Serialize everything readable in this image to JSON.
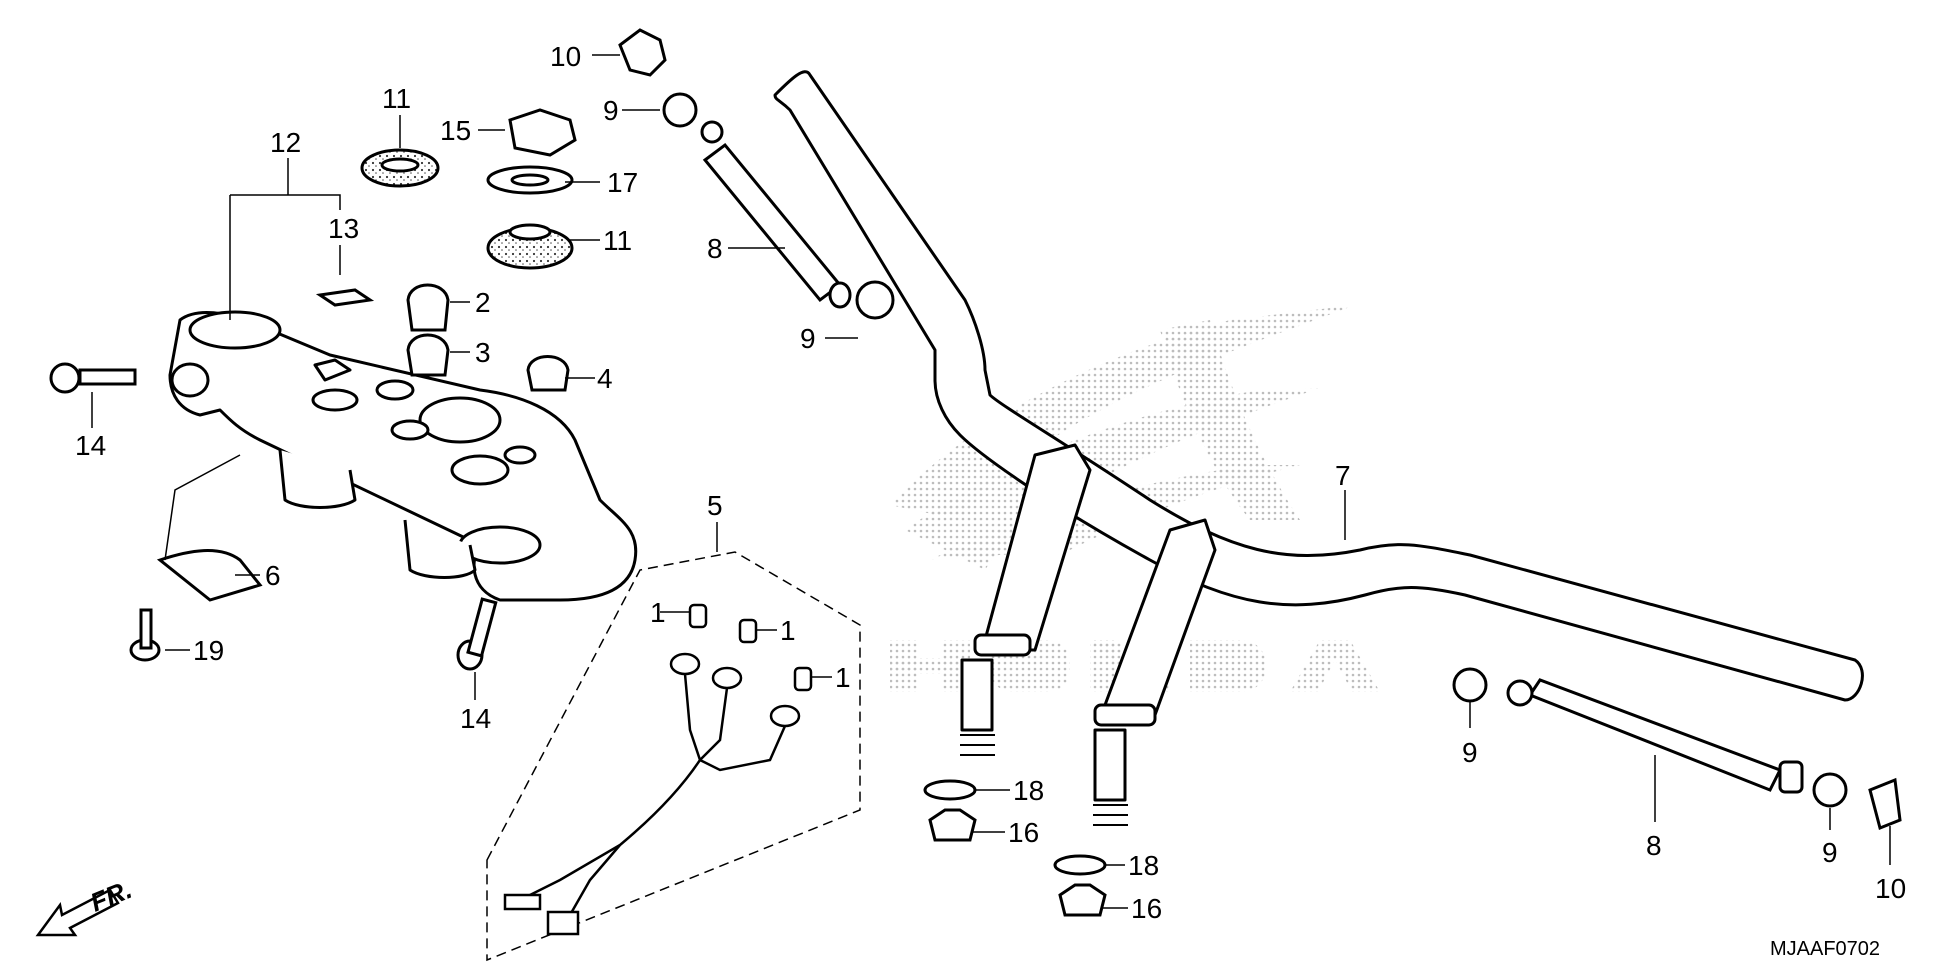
{
  "diagram": {
    "code": "MJAAF0702",
    "direction_label": "FR.",
    "callouts": [
      "10",
      "9",
      "8",
      "9",
      "15",
      "17",
      "11",
      "11",
      "12",
      "13",
      "2",
      "3",
      "4",
      "14",
      "6",
      "19",
      "14",
      "5",
      "1",
      "1",
      "1",
      "7",
      "18",
      "16",
      "18",
      "16",
      "9",
      "8",
      "9",
      "10"
    ],
    "colors": {
      "line": "#000000",
      "background": "#ffffff",
      "watermark": "#c8c8c8"
    },
    "watermark_icon": "wing-logo-icon",
    "parts_icons": [
      "top-bridge-icon",
      "handlebar-icon",
      "weight-icon",
      "rubber-icon",
      "switch-harness-icon"
    ]
  }
}
